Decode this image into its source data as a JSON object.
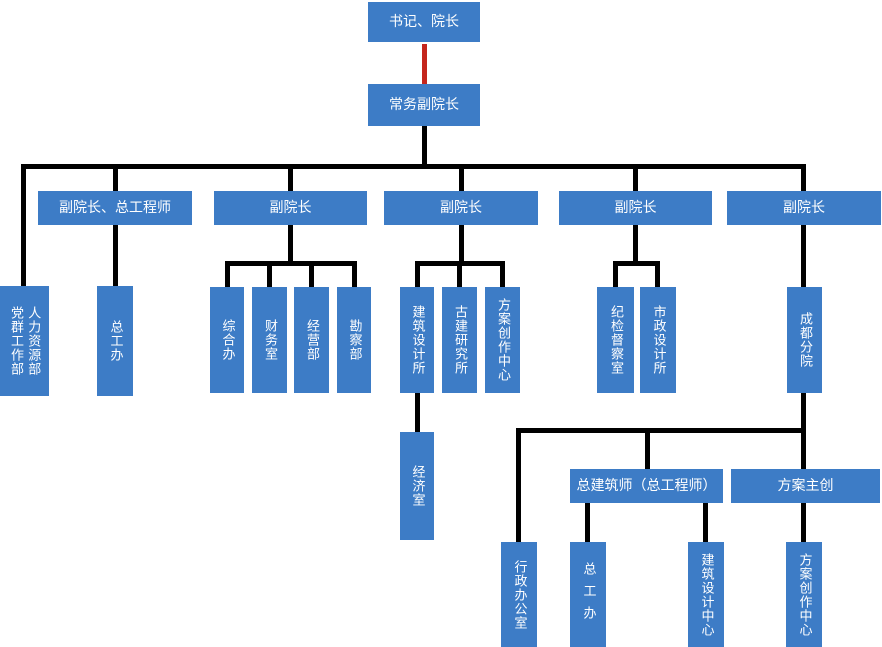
{
  "diagram": {
    "type": "org-chart",
    "background": "#ffffff",
    "colors": {
      "node_fill": "#3D7CC6",
      "node_text": "#FFFFFF",
      "connector": "#000000",
      "top_connector": "#C4261D"
    },
    "nodes": {
      "shuji": {
        "label": "书记、院长"
      },
      "changwu": {
        "label": "常务副院长"
      },
      "fu1": {
        "label": "副院长、总工程师"
      },
      "fu2": {
        "label": "副院长"
      },
      "fu3": {
        "label": "副院长"
      },
      "fu4": {
        "label": "副院长"
      },
      "fu5": {
        "label": "副院长"
      },
      "dangqun": {
        "label": "党群工作部"
      },
      "renli": {
        "label": "人力资源部"
      },
      "zonggongban1": {
        "label": "总工办"
      },
      "zonghe": {
        "label": "综合办"
      },
      "caiwu": {
        "label": "财务室"
      },
      "jingying": {
        "label": "经营部"
      },
      "kancha": {
        "label": "勘察部"
      },
      "jianzhushejisuo": {
        "label": "建筑设计所"
      },
      "gujian": {
        "label": "古建研究所"
      },
      "fangchuang1": {
        "label": "方案创作中心"
      },
      "jijian": {
        "label": "纪检督察室"
      },
      "shizheng": {
        "label": "市政设计所"
      },
      "chengdu": {
        "label": "成都分院"
      },
      "jingji": {
        "label": "经济室"
      },
      "zongjian": {
        "label": "总建筑师（总工程师）"
      },
      "fangzhu": {
        "label": "方案主创"
      },
      "xingzheng": {
        "label": "行政办公室"
      },
      "zonggongban2": {
        "label": "总工办"
      },
      "jianshezhongxin": {
        "label": "建筑设计中心"
      },
      "fangchuang2": {
        "label": "方案创作中心"
      }
    },
    "edges": [
      {
        "from": "shuji",
        "to": "changwu",
        "color": "red"
      },
      {
        "from": "changwu",
        "to": "dangqun-renli"
      },
      {
        "from": "changwu",
        "to": "fu1"
      },
      {
        "from": "changwu",
        "to": "fu2"
      },
      {
        "from": "changwu",
        "to": "fu3"
      },
      {
        "from": "changwu",
        "to": "fu4"
      },
      {
        "from": "changwu",
        "to": "fu5"
      },
      {
        "from": "fu1",
        "to": "zonggongban1"
      },
      {
        "from": "fu2",
        "to": "zonghe"
      },
      {
        "from": "fu2",
        "to": "caiwu"
      },
      {
        "from": "fu2",
        "to": "jingying"
      },
      {
        "from": "fu2",
        "to": "kancha"
      },
      {
        "from": "fu3",
        "to": "jianzhushejisuo"
      },
      {
        "from": "fu3",
        "to": "gujian"
      },
      {
        "from": "fu3",
        "to": "fangchuang1"
      },
      {
        "from": "fu4",
        "to": "jijian"
      },
      {
        "from": "fu4",
        "to": "shizheng"
      },
      {
        "from": "fu5",
        "to": "chengdu"
      },
      {
        "from": "jianzhushejisuo",
        "to": "jingji"
      },
      {
        "from": "chengdu",
        "to": "xingzheng"
      },
      {
        "from": "chengdu",
        "to": "zongjian"
      },
      {
        "from": "chengdu",
        "to": "fangzhu"
      },
      {
        "from": "zongjian",
        "to": "zonggongban2"
      },
      {
        "from": "zongjian",
        "to": "jianshezhongxin"
      },
      {
        "from": "fangzhu",
        "to": "fangchuang2"
      }
    ]
  }
}
